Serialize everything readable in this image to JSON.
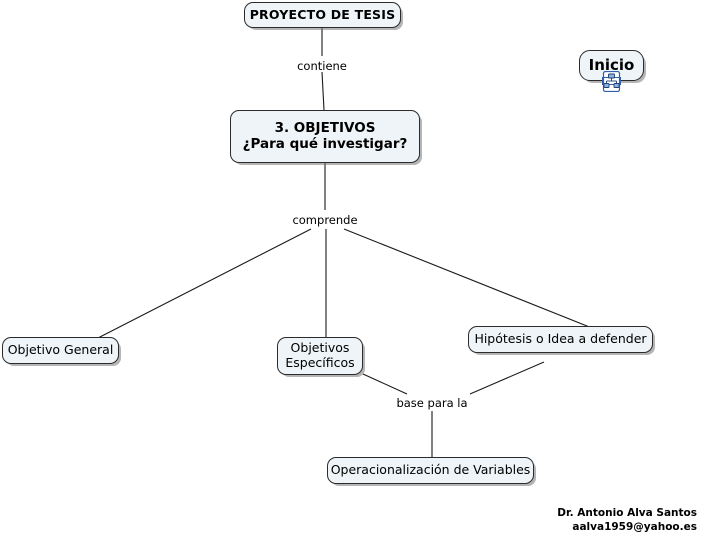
{
  "document": {
    "type": "concept-map",
    "language": "es",
    "background_color": "#ffffff",
    "node_fill_color": "#eef4f7",
    "node_border_color": "#2b2b2b",
    "edge_color": "#1a1a1a"
  },
  "nodes": {
    "root": {
      "label": "PROYECTO DE TESIS"
    },
    "inicio": {
      "label": "Inicio",
      "icon": "concept-map-resource-icon"
    },
    "objetivos": {
      "label": "3. OBJETIVOS\n¿Para qué investigar?"
    },
    "objetivo_general": {
      "label": "Objetivo General"
    },
    "objetivos_especificos": {
      "label": "Objetivos\nEspecíficos"
    },
    "hipotesis": {
      "label": "Hipótesis o Idea a defender"
    },
    "operacionalizacion": {
      "label": "Operacionalización de Variables"
    }
  },
  "link_labels": {
    "contiene": "contiene",
    "comprende": "comprende",
    "base_para_la": "base para la"
  },
  "signature": {
    "name": "Dr. Antonio Alva Santos",
    "email": "aalva1959@yahoo.es"
  }
}
